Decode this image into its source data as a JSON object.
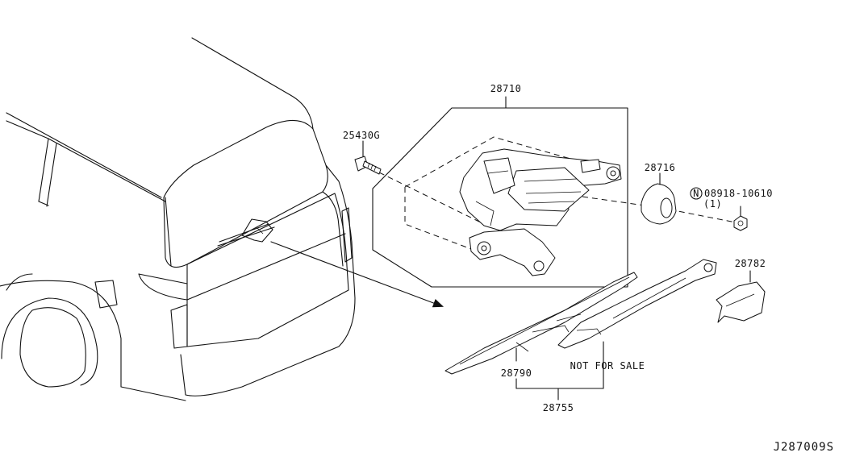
{
  "callouts": {
    "motor": "28710",
    "bolt": "25430G",
    "cap": "28716",
    "nut_code": "08918-10610",
    "nut_qty": "(1)",
    "nut_marker": "N",
    "cover": "28782",
    "blade": "28790",
    "arm_note": "NOT FOR SALE",
    "arm_assy": "28755"
  },
  "diagram_id": "J287009S"
}
